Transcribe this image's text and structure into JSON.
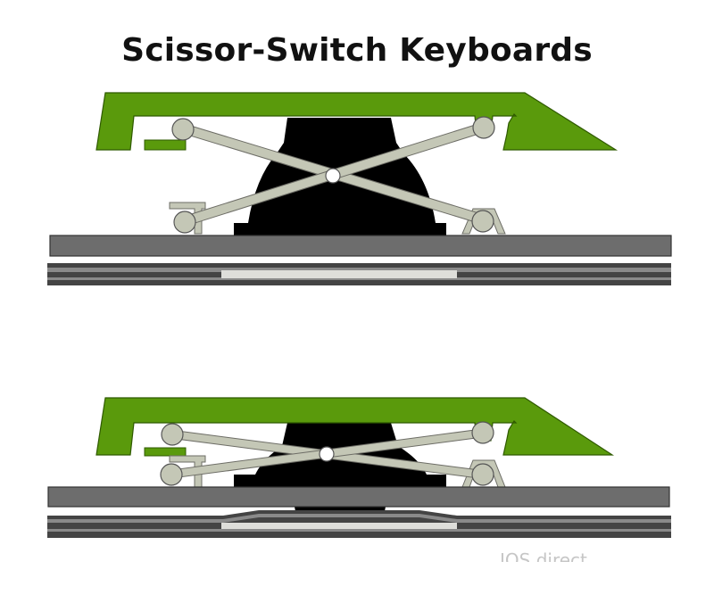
{
  "title": "Scissor-Switch Keyboards",
  "watermark": "IOS direct",
  "colors": {
    "keycap": "#5a9a0c",
    "keycap_outline": "#2f5a00",
    "scissor_arm": "#c4c7b6",
    "scissor_outline": "#6d6d66",
    "dome": "#000000",
    "plate": "#6d6d6d",
    "membrane_dark": "#444444",
    "membrane_gap": "#dededa"
  },
  "states": [
    {
      "name": "key-up",
      "state": "released"
    },
    {
      "name": "key-down",
      "state": "pressed"
    }
  ]
}
